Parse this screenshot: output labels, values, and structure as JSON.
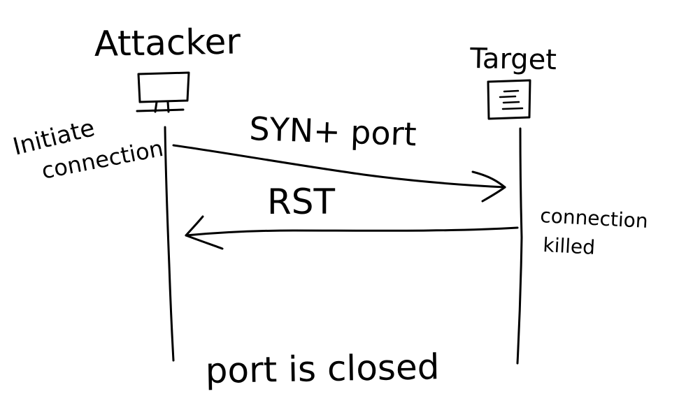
{
  "labels": {
    "attacker": "Attacker",
    "target": "Target",
    "initiate_line1": "Initiate",
    "initiate_line2": "connection",
    "syn_message": "SYN+ port",
    "rst_message": "RST",
    "connection_killed_line1": "connection",
    "connection_killed_line2": "killed",
    "result": "port is closed"
  },
  "icons": {
    "attacker": "computer-monitor-icon",
    "target": "server-document-icon"
  },
  "colors": {
    "ink": "#000000",
    "background": "#ffffff"
  }
}
